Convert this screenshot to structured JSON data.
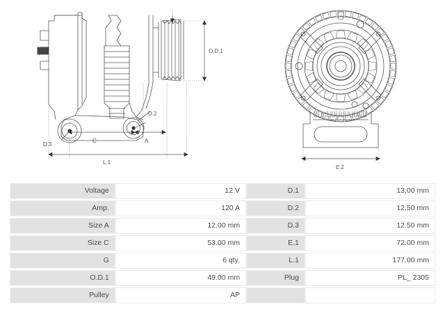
{
  "drawings": {
    "side_view": {
      "name": "alternator-side-view",
      "labels": {
        "od1": "O.D.1",
        "d2": "D.2",
        "d3": "D.3",
        "c": "C",
        "a": "A",
        "l1": "L.1"
      }
    },
    "front_view": {
      "name": "alternator-front-view",
      "labels": {
        "e2": "E.2"
      }
    }
  },
  "spec_left": {
    "rows": [
      {
        "label": "Voltage",
        "value": "12 V"
      },
      {
        "label": "Amp.",
        "value": "120 A"
      },
      {
        "label": "Size A",
        "value": "12.00 mm"
      },
      {
        "label": "Size C",
        "value": "53.00 mm"
      },
      {
        "label": "G",
        "value": "6 qty."
      },
      {
        "label": "O.D.1",
        "value": "49.00 mm"
      },
      {
        "label": "Pulley",
        "value": "AP"
      }
    ]
  },
  "spec_right": {
    "rows": [
      {
        "label": "D.1",
        "value": "13.00 mm"
      },
      {
        "label": "D.2",
        "value": "12.50 mm"
      },
      {
        "label": "D.3",
        "value": "12.50 mm"
      },
      {
        "label": "E.1",
        "value": "72.00 mm"
      },
      {
        "label": "L.1",
        "value": "177.00 mm"
      },
      {
        "label": "Plug",
        "value": "PL_ 2305"
      },
      {
        "label": "",
        "value": ""
      }
    ]
  },
  "colors": {
    "label_bg": "#e2e2e2",
    "value_bg": "#ffffff",
    "text": "#4a4a4a",
    "line": "#555555",
    "page_bg": "#ffffff"
  }
}
